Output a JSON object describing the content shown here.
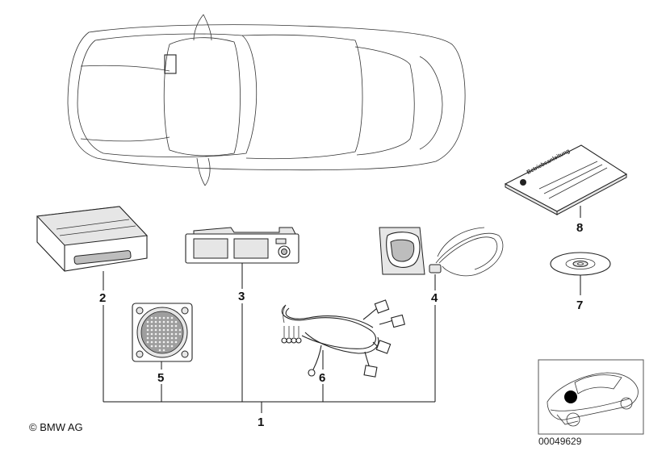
{
  "diagram": {
    "callouts": [
      {
        "id": "1",
        "label": "1"
      },
      {
        "id": "2",
        "label": "2"
      },
      {
        "id": "3",
        "label": "3"
      },
      {
        "id": "4",
        "label": "4"
      },
      {
        "id": "5",
        "label": "5"
      },
      {
        "id": "6",
        "label": "6"
      },
      {
        "id": "7",
        "label": "7"
      },
      {
        "id": "8",
        "label": "8"
      }
    ],
    "manual_cover_text": "Betriebsanleitung",
    "copyright": "© BMW AG",
    "document_number": "00049629"
  }
}
